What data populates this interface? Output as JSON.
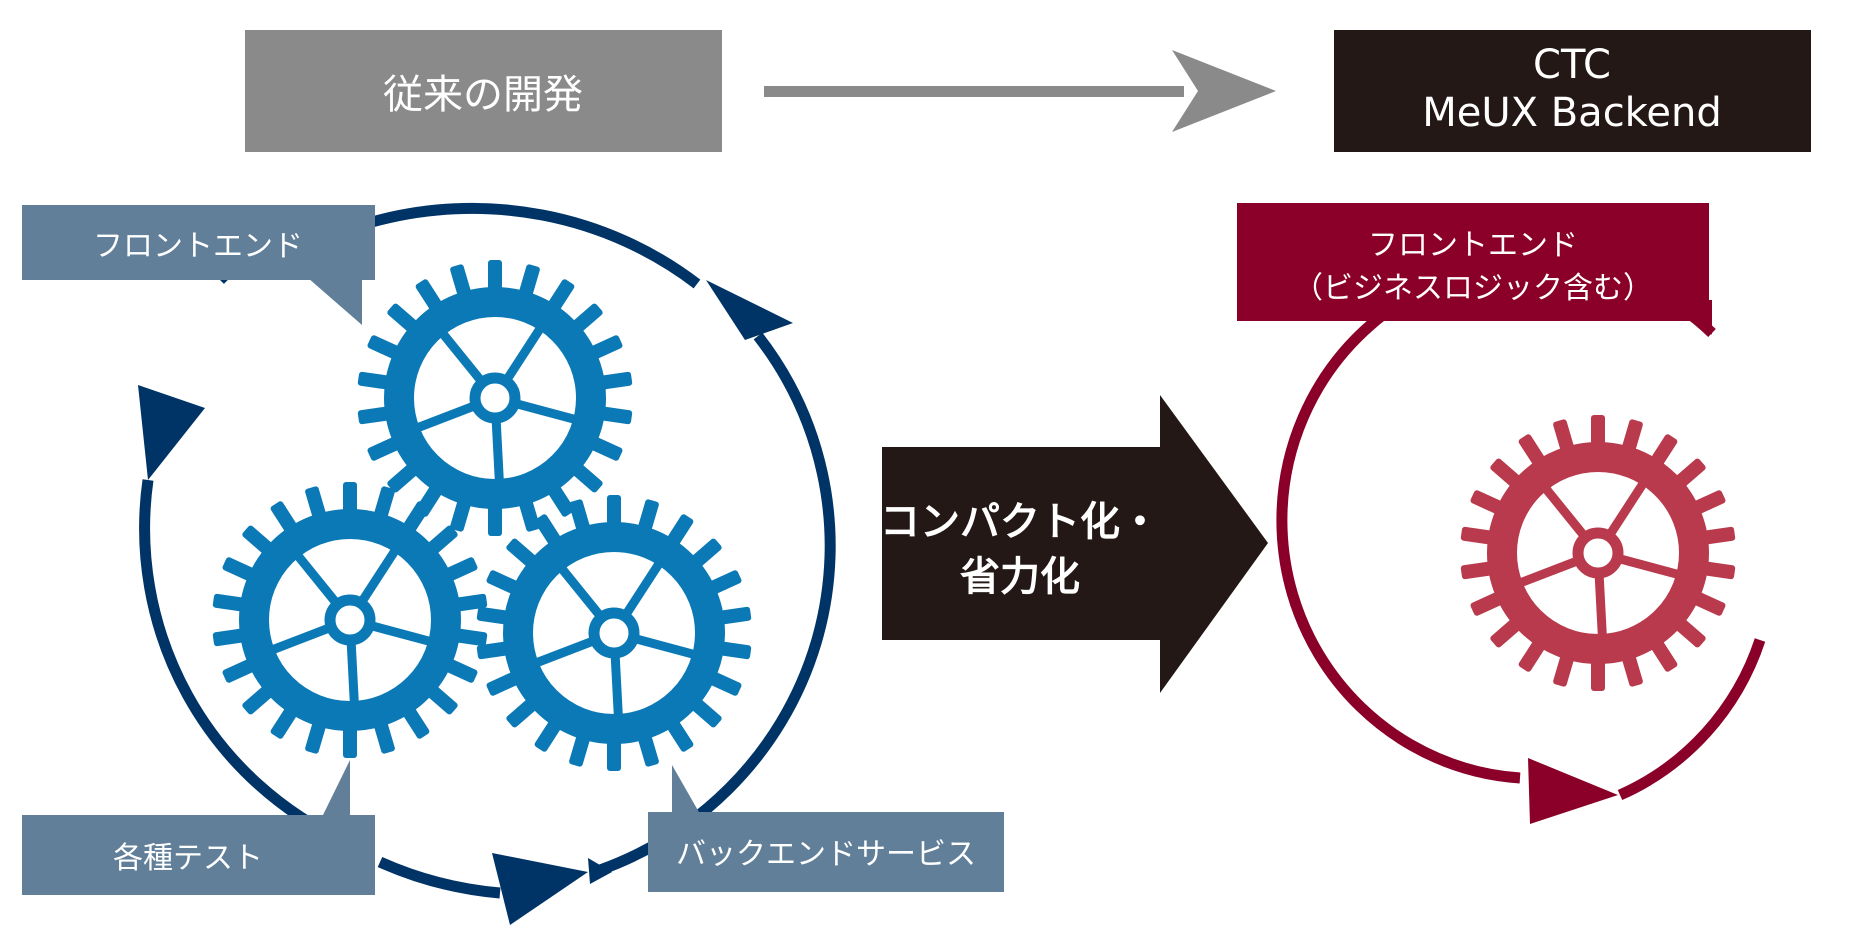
{
  "header": {
    "old_label": "従来の開発",
    "new_label_line1": "CTC",
    "new_label_line2": "MeUX Backend"
  },
  "left_cycle": {
    "label_frontend": "フロントエンド",
    "label_tests": "各種テスト",
    "label_backend": "バックエンドサービス"
  },
  "center_arrow": {
    "line1": "コンパクト化・",
    "line2": "省力化"
  },
  "right_cycle": {
    "label_line1": "フロントエンド",
    "label_line2": "（ビジネスロジック含む）"
  },
  "colors": {
    "gray": "#8a8a8a",
    "dark": "#231815",
    "navy": "#003366",
    "gear_blue": "#0a79b6",
    "label_slate": "#617f98",
    "crimson": "#8b0028",
    "gear_red": "#b83a4c"
  }
}
